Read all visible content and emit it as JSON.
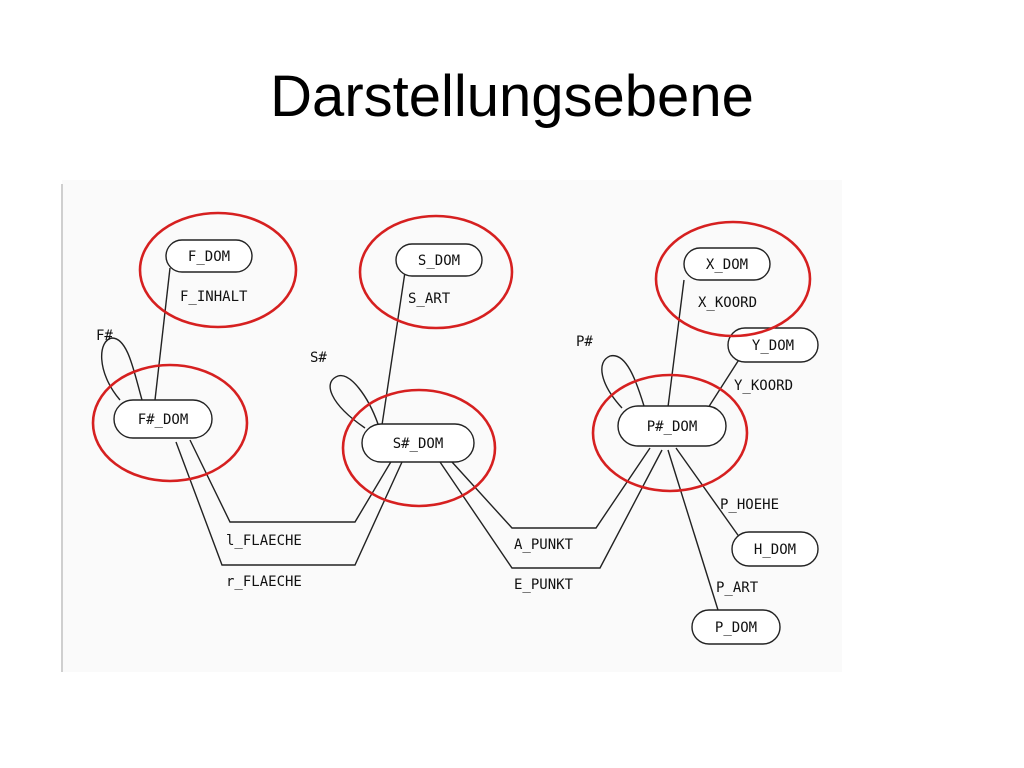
{
  "slide": {
    "title": "Darstellungsebene"
  },
  "colors": {
    "highlight": "#d62020",
    "ink": "#222222",
    "paper": "#fafafa"
  },
  "nodes": {
    "f_dom": "F_DOM",
    "s_dom": "S_DOM",
    "x_dom": "X_DOM",
    "y_dom": "Y_DOM",
    "f_key_dom": "F#_DOM",
    "s_key_dom": "S#_DOM",
    "p_key_dom": "P#_DOM",
    "h_dom": "H_DOM",
    "p_dom": "P_DOM"
  },
  "labels": {
    "f_inhalt": "F_INHALT",
    "s_art": "S_ART",
    "x_koord": "X_KOORD",
    "y_koord": "Y_KOORD",
    "f_hash": "F#",
    "s_hash": "S#",
    "p_hash": "P#",
    "l_flaeche": "l_FLAECHE",
    "r_flaeche": "r_FLAECHE",
    "a_punkt": "A_PUNKT",
    "e_punkt": "E_PUNKT",
    "p_hoehe": "P_HOEHE",
    "p_art": "P_ART"
  }
}
